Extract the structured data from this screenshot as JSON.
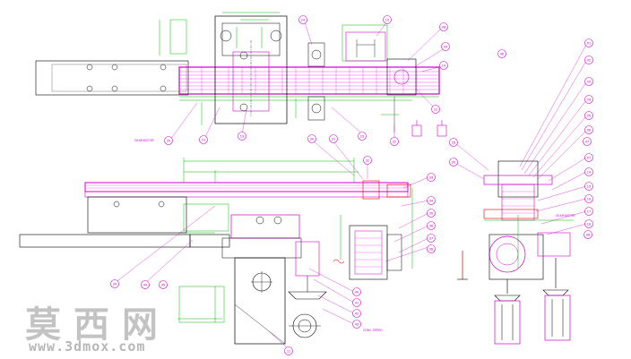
{
  "colors": {
    "outline": "#cc00cc",
    "dimension": "#00bb00",
    "hatch": "#ff00ff",
    "line": "#000000",
    "red": "#dd0000",
    "watermark": "#b9b9b9"
  },
  "watermark": {
    "chinese": "莫西网",
    "url": "www.3dmox.com"
  },
  "notes": {
    "gear_motor_top": "GEAR MOTOR",
    "gear_motor_right": "GEAR MOTOR",
    "speed_note": "CONV. SPEED"
  },
  "bubbles_top": [
    "24",
    "13",
    "08",
    "09",
    "10",
    "12",
    "22",
    "23",
    "21",
    "19",
    "20"
  ],
  "bubbles_right": [
    "01",
    "02",
    "03",
    "04",
    "05",
    "06",
    "07",
    "14",
    "15",
    "16",
    "17",
    "18",
    "25",
    "26"
  ],
  "bubbles_mid": [
    "30",
    "31",
    "32",
    "33",
    "34",
    "35",
    "36",
    "37",
    "38",
    "39"
  ],
  "bubbles_bottom": [
    "40",
    "41",
    "42",
    "43",
    "44",
    "45",
    "46",
    "47",
    "48",
    "11"
  ]
}
